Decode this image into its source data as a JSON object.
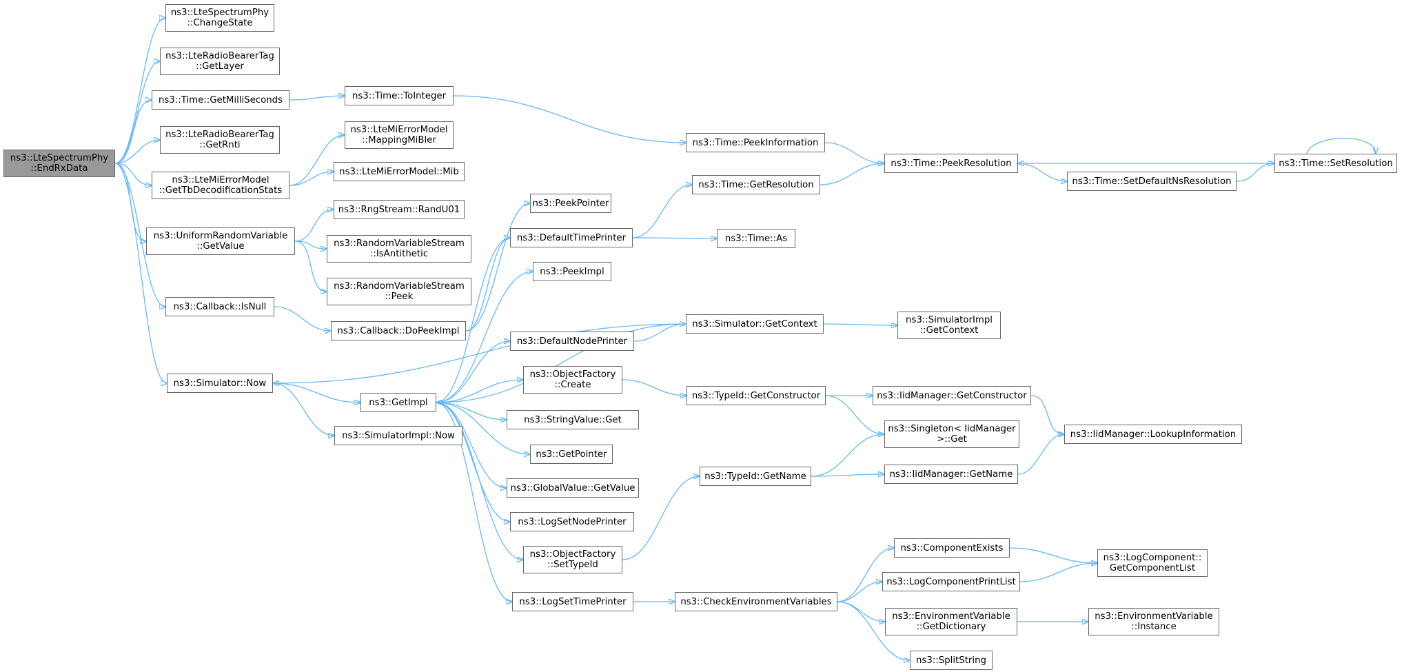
{
  "nodes": {
    "endrx": [
      "ns3::LteSpectrumPhy",
      "::EndRxData"
    ],
    "changestate": [
      "ns3::LteSpectrumPhy",
      "::ChangeState"
    ],
    "getlayer": [
      "ns3::LteRadioBearerTag",
      "::GetLayer"
    ],
    "getmilli": [
      "ns3::Time::GetMilliSeconds"
    ],
    "getrnti": [
      "ns3::LteRadioBearerTag",
      "::GetRnti"
    ],
    "gettb": [
      "ns3::LteMiErrorModel",
      "::GetTbDecodificationStats"
    ],
    "uniform": [
      "ns3::UniformRandomVariable",
      "::GetValue"
    ],
    "isnull": [
      "ns3::Callback::IsNull"
    ],
    "simnow": [
      "ns3::Simulator::Now"
    ],
    "tointeger": [
      "ns3::Time::ToInteger"
    ],
    "mapping": [
      "ns3::LteMiErrorModel",
      "::MappingMiBler"
    ],
    "mib": [
      "ns3::LteMiErrorModel::Mib"
    ],
    "randu01": [
      "ns3::RngStream::RandU01"
    ],
    "isanti": [
      "ns3::RandomVariableStream",
      "::IsAntithetic"
    ],
    "peek": [
      "ns3::RandomVariableStream",
      "::Peek"
    ],
    "dopeek": [
      "ns3::Callback::DoPeekImpl"
    ],
    "getimpl": [
      "ns3::GetImpl"
    ],
    "simimplnow": [
      "ns3::SimulatorImpl::Now"
    ],
    "peekpointer": [
      "ns3::PeekPointer"
    ],
    "deftime": [
      "ns3::DefaultTimePrinter"
    ],
    "peekimpl": [
      "ns3::PeekImpl"
    ],
    "defnode": [
      "ns3::DefaultNodePrinter"
    ],
    "ofcreate": [
      "ns3::ObjectFactory",
      "::Create"
    ],
    "strget": [
      "ns3::StringValue::Get"
    ],
    "getpointer": [
      "ns3::GetPointer"
    ],
    "gvget": [
      "ns3::GlobalValue::GetValue"
    ],
    "lognode": [
      "ns3::LogSetNodePrinter"
    ],
    "ofsettype": [
      "ns3::ObjectFactory",
      "::SetTypeId"
    ],
    "logtime": [
      "ns3::LogSetTimePrinter"
    ],
    "peekinfo": [
      "ns3::Time::PeekInformation"
    ],
    "getres": [
      "ns3::Time::GetResolution"
    ],
    "timeas": [
      "ns3::Time::As"
    ],
    "simctx": [
      "ns3::Simulator::GetContext"
    ],
    "getctor": [
      "ns3::TypeId::GetConstructor"
    ],
    "getname": [
      "ns3::TypeId::GetName"
    ],
    "checkenv": [
      "ns3::CheckEnvironmentVariables"
    ],
    "peekres": [
      "ns3::Time::PeekResolution"
    ],
    "setdefres": [
      "ns3::Time::SetDefaultNsResolution"
    ],
    "setres": [
      "ns3::Time::SetResolution"
    ],
    "simimplctx": [
      "ns3::SimulatorImpl",
      "::GetContext"
    ],
    "iidctor": [
      "ns3::IidManager::GetConstructor"
    ],
    "singleton": [
      "ns3::Singleton< IidManager",
      ">::Get"
    ],
    "iidname": [
      "ns3::IidManager::GetName"
    ],
    "lookup": [
      "ns3::IidManager::LookupInformation"
    ],
    "compexists": [
      "ns3::ComponentExists"
    ],
    "compprint": [
      "ns3::LogComponentPrintList"
    ],
    "envdict": [
      "ns3::EnvironmentVariable",
      "::GetDictionary"
    ],
    "splitstr": [
      "ns3::SplitString"
    ],
    "getcomplist": [
      "ns3::LogComponent::",
      "GetComponentList"
    ],
    "envinst": [
      "ns3::EnvironmentVariable",
      "::Instance"
    ]
  },
  "edges": [
    [
      "endrx",
      "changestate"
    ],
    [
      "endrx",
      "getlayer"
    ],
    [
      "endrx",
      "getmilli"
    ],
    [
      "endrx",
      "getrnti"
    ],
    [
      "endrx",
      "gettb"
    ],
    [
      "endrx",
      "uniform"
    ],
    [
      "endrx",
      "isnull"
    ],
    [
      "endrx",
      "simnow"
    ],
    [
      "getmilli",
      "tointeger"
    ],
    [
      "tointeger",
      "peekinfo"
    ],
    [
      "peekinfo",
      "peekres"
    ],
    [
      "gettb",
      "mapping"
    ],
    [
      "gettb",
      "mib"
    ],
    [
      "uniform",
      "randu01"
    ],
    [
      "uniform",
      "isanti"
    ],
    [
      "uniform",
      "peek"
    ],
    [
      "isnull",
      "dopeek"
    ],
    [
      "dopeek",
      "peekpointer"
    ],
    [
      "dopeek",
      "deftime"
    ],
    [
      "simnow",
      "getimpl"
    ],
    [
      "simnow",
      "simimplnow"
    ],
    [
      "getimpl",
      "peekimpl"
    ],
    [
      "getimpl",
      "defnode"
    ],
    [
      "getimpl",
      "ofcreate"
    ],
    [
      "getimpl",
      "strget"
    ],
    [
      "getimpl",
      "getpointer"
    ],
    [
      "getimpl",
      "gvget"
    ],
    [
      "getimpl",
      "lognode"
    ],
    [
      "getimpl",
      "ofsettype"
    ],
    [
      "getimpl",
      "logtime"
    ],
    [
      "getimpl",
      "deftime"
    ],
    [
      "deftime",
      "getres"
    ],
    [
      "deftime",
      "timeas"
    ],
    [
      "getres",
      "peekres"
    ],
    [
      "defnode",
      "simctx"
    ],
    [
      "simctx",
      "simimplctx"
    ],
    [
      "simctx",
      "simnow"
    ],
    [
      "simctx",
      "getimpl"
    ],
    [
      "ofcreate",
      "getctor"
    ],
    [
      "getctor",
      "iidctor"
    ],
    [
      "getctor",
      "singleton"
    ],
    [
      "iidctor",
      "lookup"
    ],
    [
      "ofsettype",
      "getname"
    ],
    [
      "getname",
      "singleton"
    ],
    [
      "getname",
      "iidname"
    ],
    [
      "iidname",
      "lookup"
    ],
    [
      "logtime",
      "checkenv"
    ],
    [
      "checkenv",
      "compexists"
    ],
    [
      "checkenv",
      "compprint"
    ],
    [
      "checkenv",
      "envdict"
    ],
    [
      "checkenv",
      "splitstr"
    ],
    [
      "compexists",
      "getcomplist"
    ],
    [
      "compprint",
      "getcomplist"
    ],
    [
      "envdict",
      "envinst"
    ],
    [
      "peekres",
      "setdefres"
    ],
    [
      "setdefres",
      "setres"
    ],
    [
      "setres",
      "peekres"
    ],
    [
      "setres",
      "setres"
    ]
  ]
}
